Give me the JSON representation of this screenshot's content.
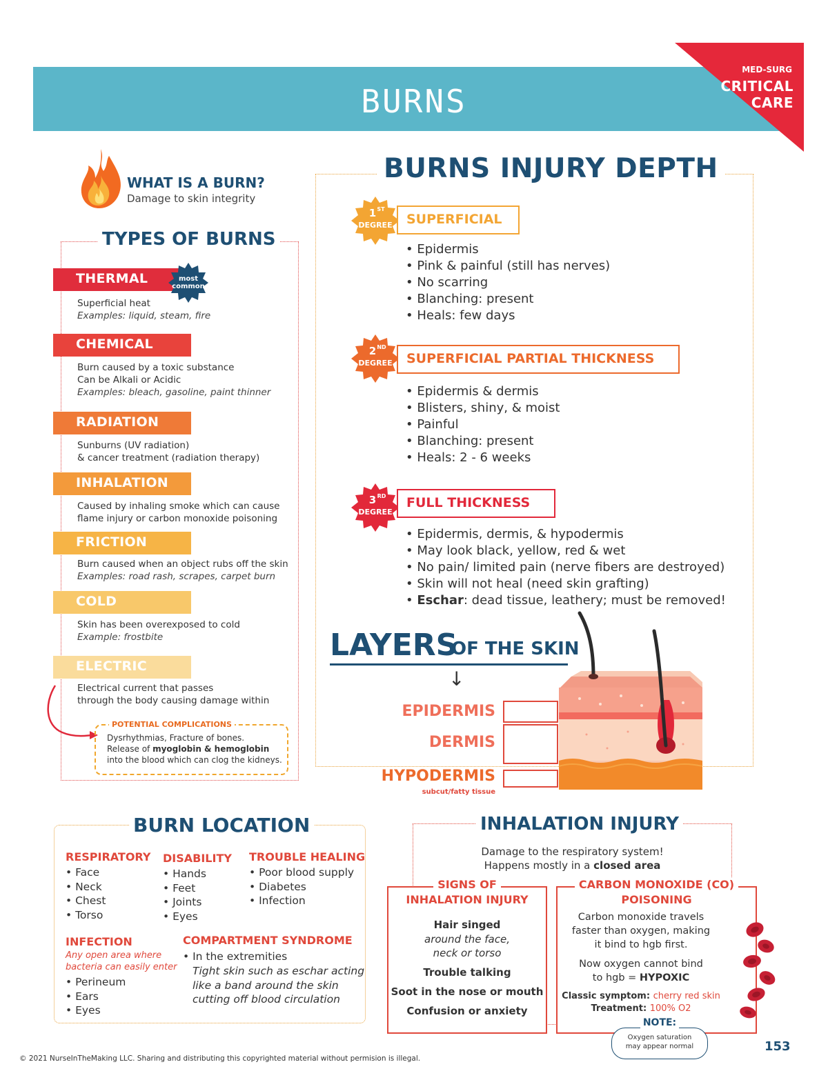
{
  "header": {
    "title": "BURNS",
    "corner_sub": "MED-SURG",
    "corner_main": "CRITICAL CARE",
    "bar_color": "#5bb6c9",
    "corner_color": "#e5283a"
  },
  "what_is": {
    "title": "WHAT IS A BURN?",
    "desc": "Damage to skin integrity",
    "icon": "flame-icon"
  },
  "types": {
    "title": "TYPES OF BURNS",
    "most_common": [
      "most",
      "common"
    ],
    "items": [
      {
        "label": "THERMAL",
        "color": "#e02d3c",
        "lines": [
          "Superficial heat"
        ],
        "example": "Examples: liquid, steam, fire"
      },
      {
        "label": "CHEMICAL",
        "color": "#e8433c",
        "lines": [
          "Burn caused by a toxic substance",
          "Can be Alkali or Acidic"
        ],
        "example": "Examples: bleach, gasoline, paint thinner"
      },
      {
        "label": "RADIATION",
        "color": "#ef7a37",
        "lines": [
          "Sunburns (UV radiation)",
          "& cancer treatment (radiation therapy)"
        ],
        "example": ""
      },
      {
        "label": "INHALATION",
        "color": "#f39a3b",
        "lines": [
          "Caused by inhaling smoke which can cause",
          "flame injury or carbon monoxide poisoning"
        ],
        "example": ""
      },
      {
        "label": "FRICTION",
        "color": "#f6b446",
        "lines": [
          "Burn caused when an object rubs off the skin"
        ],
        "example": "Examples: road rash, scrapes, carpet burn"
      },
      {
        "label": "COLD",
        "color": "#f8c86a",
        "lines": [
          "Skin has been overexposed to cold"
        ],
        "example": "Example: frostbite"
      },
      {
        "label": "ELECTRIC",
        "color": "#fadc9c",
        "lines": [
          "Electrical current that passes",
          "through the body causing damage within"
        ],
        "example": ""
      }
    ],
    "complications": {
      "title": "POTENTIAL COMPLICATIONS",
      "line1": "Dysrhythmias, Fracture of bones.",
      "line2_a": "Release of ",
      "line2_b": "myoglobin & hemoglobin",
      "line3": "into the blood which can clog the kidneys."
    }
  },
  "depth": {
    "title": "BURNS INJURY DEPTH",
    "degrees": [
      {
        "num": "1",
        "sup": "ST",
        "word": "DEGREE",
        "label": "SUPERFICIAL",
        "color": "#f3a533",
        "bullets": [
          "Epidermis",
          "Pink & painful (still has nerves)",
          "No scarring",
          "Blanching: present",
          "Heals: few days"
        ]
      },
      {
        "num": "2",
        "sup": "ND",
        "word": "DEGREE",
        "label": "SUPERFICIAL PARTIAL THICKNESS",
        "color": "#ec6a2c",
        "bullets": [
          "Epidermis & dermis",
          "Blisters, shiny, & moist",
          "Painful",
          "Blanching: present",
          "Heals: 2 - 6 weeks"
        ]
      },
      {
        "num": "3",
        "sup": "RD",
        "word": "DEGREE",
        "label": "FULL THICKNESS",
        "color": "#e2283a",
        "bullets": [
          "Epidermis, dermis, & hypodermis",
          "May look black, yellow, red & wet",
          "No pain/ limited pain (nerve fibers are destroyed)",
          "Skin will not heal (need skin grafting)"
        ],
        "eschar_bold": "Eschar",
        "eschar_rest": ": dead tissue, leathery; must be removed!"
      }
    ]
  },
  "layers": {
    "title_big": "LAYERS",
    "title_small": "OF THE SKIN",
    "arrow": "↓",
    "epidermis": "EPIDERMIS",
    "dermis": "DERMIS",
    "hypodermis": "HYPODERMIS",
    "hypo_sub": "subcut/fatty tissue"
  },
  "location": {
    "title": "BURN LOCATION",
    "respiratory": {
      "head": "RESPIRATORY",
      "items": [
        "Face",
        "Neck",
        "Chest",
        "Torso"
      ]
    },
    "disability": {
      "head": "DISABILITY",
      "items": [
        "Hands",
        "Feet",
        "Joints",
        "Eyes"
      ]
    },
    "trouble": {
      "head": "TROUBLE HEALING",
      "items": [
        "Poor blood supply",
        "Diabetes",
        "Infection"
      ]
    },
    "infection": {
      "head": "INFECTION",
      "note": [
        "Any open area where",
        "bacteria can easily enter"
      ],
      "items": [
        "Perineum",
        "Ears",
        "Eyes"
      ]
    },
    "compartment": {
      "head": "COMPARTMENT SYNDROME",
      "item": "In the extremities",
      "note": [
        "Tight skin such as eschar acting",
        "like a band around the skin",
        "cutting off blood circulation"
      ]
    }
  },
  "inhalation": {
    "title": "INHALATION INJURY",
    "desc1": "Damage to the respiratory system!",
    "desc2_a": "Happens mostly in a ",
    "desc2_b": "closed area",
    "signs": {
      "title1": "SIGNS OF",
      "title2": "INHALATION INJURY",
      "hair": "Hair singed",
      "hair_sub1": "around the face,",
      "hair_sub2": "neck or torso",
      "trouble": "Trouble talking",
      "soot": "Soot in the nose or mouth",
      "confusion": "Confusion or anxiety"
    },
    "co": {
      "title1": "CARBON MONOXIDE (CO)",
      "title2": "POISONING",
      "p1": [
        "Carbon monoxide travels",
        "faster than oxygen, making",
        "it bind to hgb first."
      ],
      "p2a": "Now oxygen cannot bind",
      "p2b_a": "to hgb = ",
      "p2b_b": "HYPOXIC",
      "symptom_label": "Classic symptom: ",
      "symptom_value": "cherry red skin",
      "treatment_label": "Treatment: ",
      "treatment_value": "100% O2",
      "note_title": "NOTE:",
      "note_text": [
        "Oxygen saturation",
        "may appear normal"
      ]
    }
  },
  "footer": {
    "copyright": "© 2021 NurseInTheMaking LLC. Sharing and distributing this copyrighted material without permision is illegal.",
    "page": "153"
  }
}
